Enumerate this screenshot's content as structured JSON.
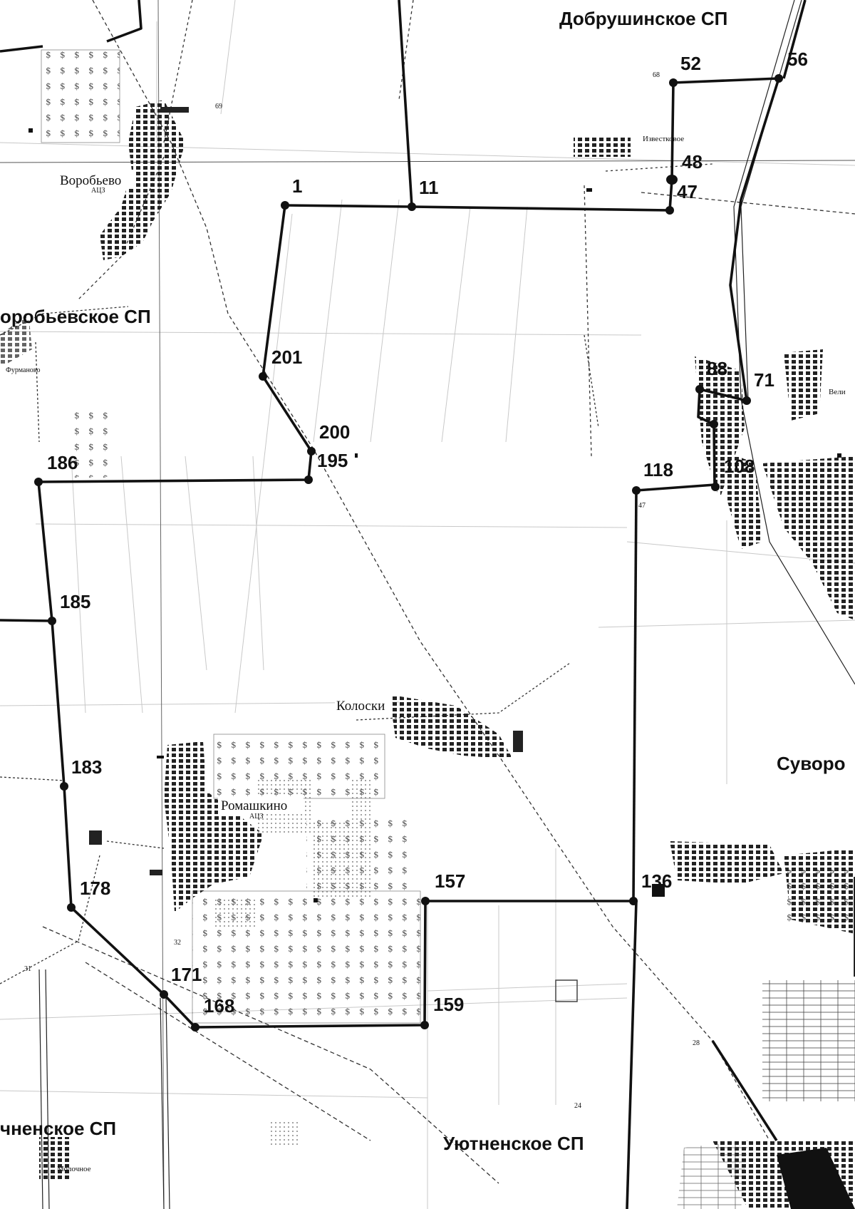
{
  "regions": {
    "dobrushinskoe": "Добрушинское СП",
    "vorobevskoe": "оробьевское СП",
    "uyutnenskoe": "Уютненское СП",
    "chnenskoe": "чненское СП",
    "suvorov": "Суворо"
  },
  "places": {
    "vorobevo": "Воробьево",
    "vorobevo_sub": "АЦЗ",
    "izvestkovoe": "Известковое",
    "furmanovo": "Фурманово",
    "koloski": "Колоски",
    "romashkino": "Ромашкино",
    "romashkino_sub": "АЦЗ",
    "molochnoe": "Молочное",
    "veli": "Вели"
  },
  "elevations": {
    "e68": "68",
    "e69": "69",
    "e47": "47",
    "e32": "32",
    "e31": "31",
    "e28": "28",
    "e24": "24"
  },
  "boundary_points": {
    "p1": "1",
    "p11": "11",
    "p47": "47",
    "p48": "48",
    "p52": "52",
    "p56": "56",
    "p71": "71",
    "p88": "88",
    "p108": "108",
    "p118": "118",
    "p136": "136",
    "p157": "157",
    "p159": "159",
    "p168": "168",
    "p171": "171",
    "p178": "178",
    "p183": "183",
    "p185": "185",
    "p186": "186",
    "p195": "195",
    "p200": "200",
    "p201": "201"
  }
}
